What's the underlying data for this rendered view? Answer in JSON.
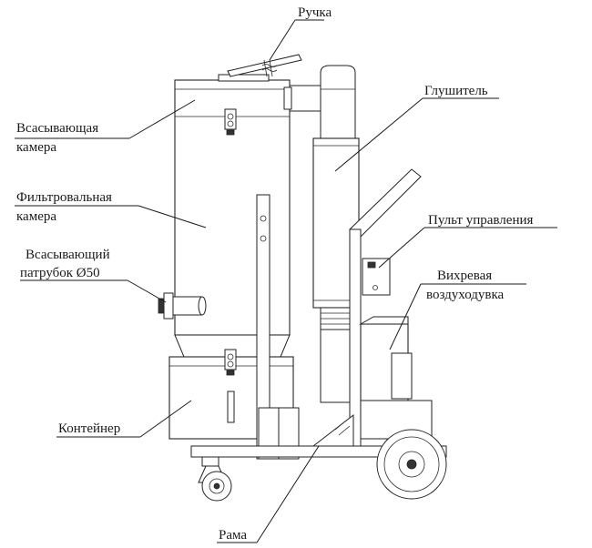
{
  "labels": {
    "handle": "Ручка",
    "muffler": "Глушитель",
    "suction_chamber_1": "Всасывающая",
    "suction_chamber_2": "камера",
    "filter_chamber_1": "Фильтровальная",
    "filter_chamber_2": "камера",
    "control_panel": "Пульт управления",
    "suction_pipe_1": "Всасывающий",
    "suction_pipe_2": "патрубок Ø50",
    "blower_1": "Вихревая",
    "blower_2": "воздуходувка",
    "container": "Контейнер",
    "frame": "Рама"
  }
}
